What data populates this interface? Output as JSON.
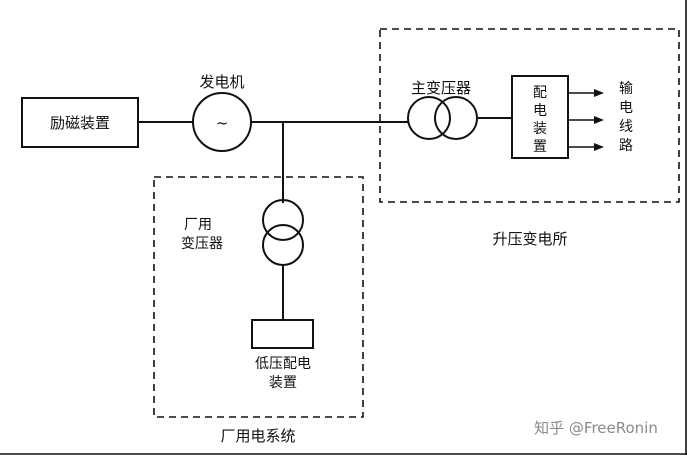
{
  "components": {
    "excitation": "励磁装置",
    "generator": "发电机",
    "generator_symbol": "~",
    "main_transformer": "主变压器",
    "dist_device": [
      "配",
      "电",
      "装",
      "置"
    ],
    "output_lines": [
      "输",
      "电",
      "线",
      "路"
    ],
    "station_transformer_l1": "厂用",
    "station_transformer_l2": "变压器",
    "lv_device_l1": "低压配电",
    "lv_device_l2": "装置"
  },
  "regions": {
    "substation": "升压变电所",
    "station_system": "厂用电系统"
  },
  "watermark": "知乎 @FreeRonin"
}
